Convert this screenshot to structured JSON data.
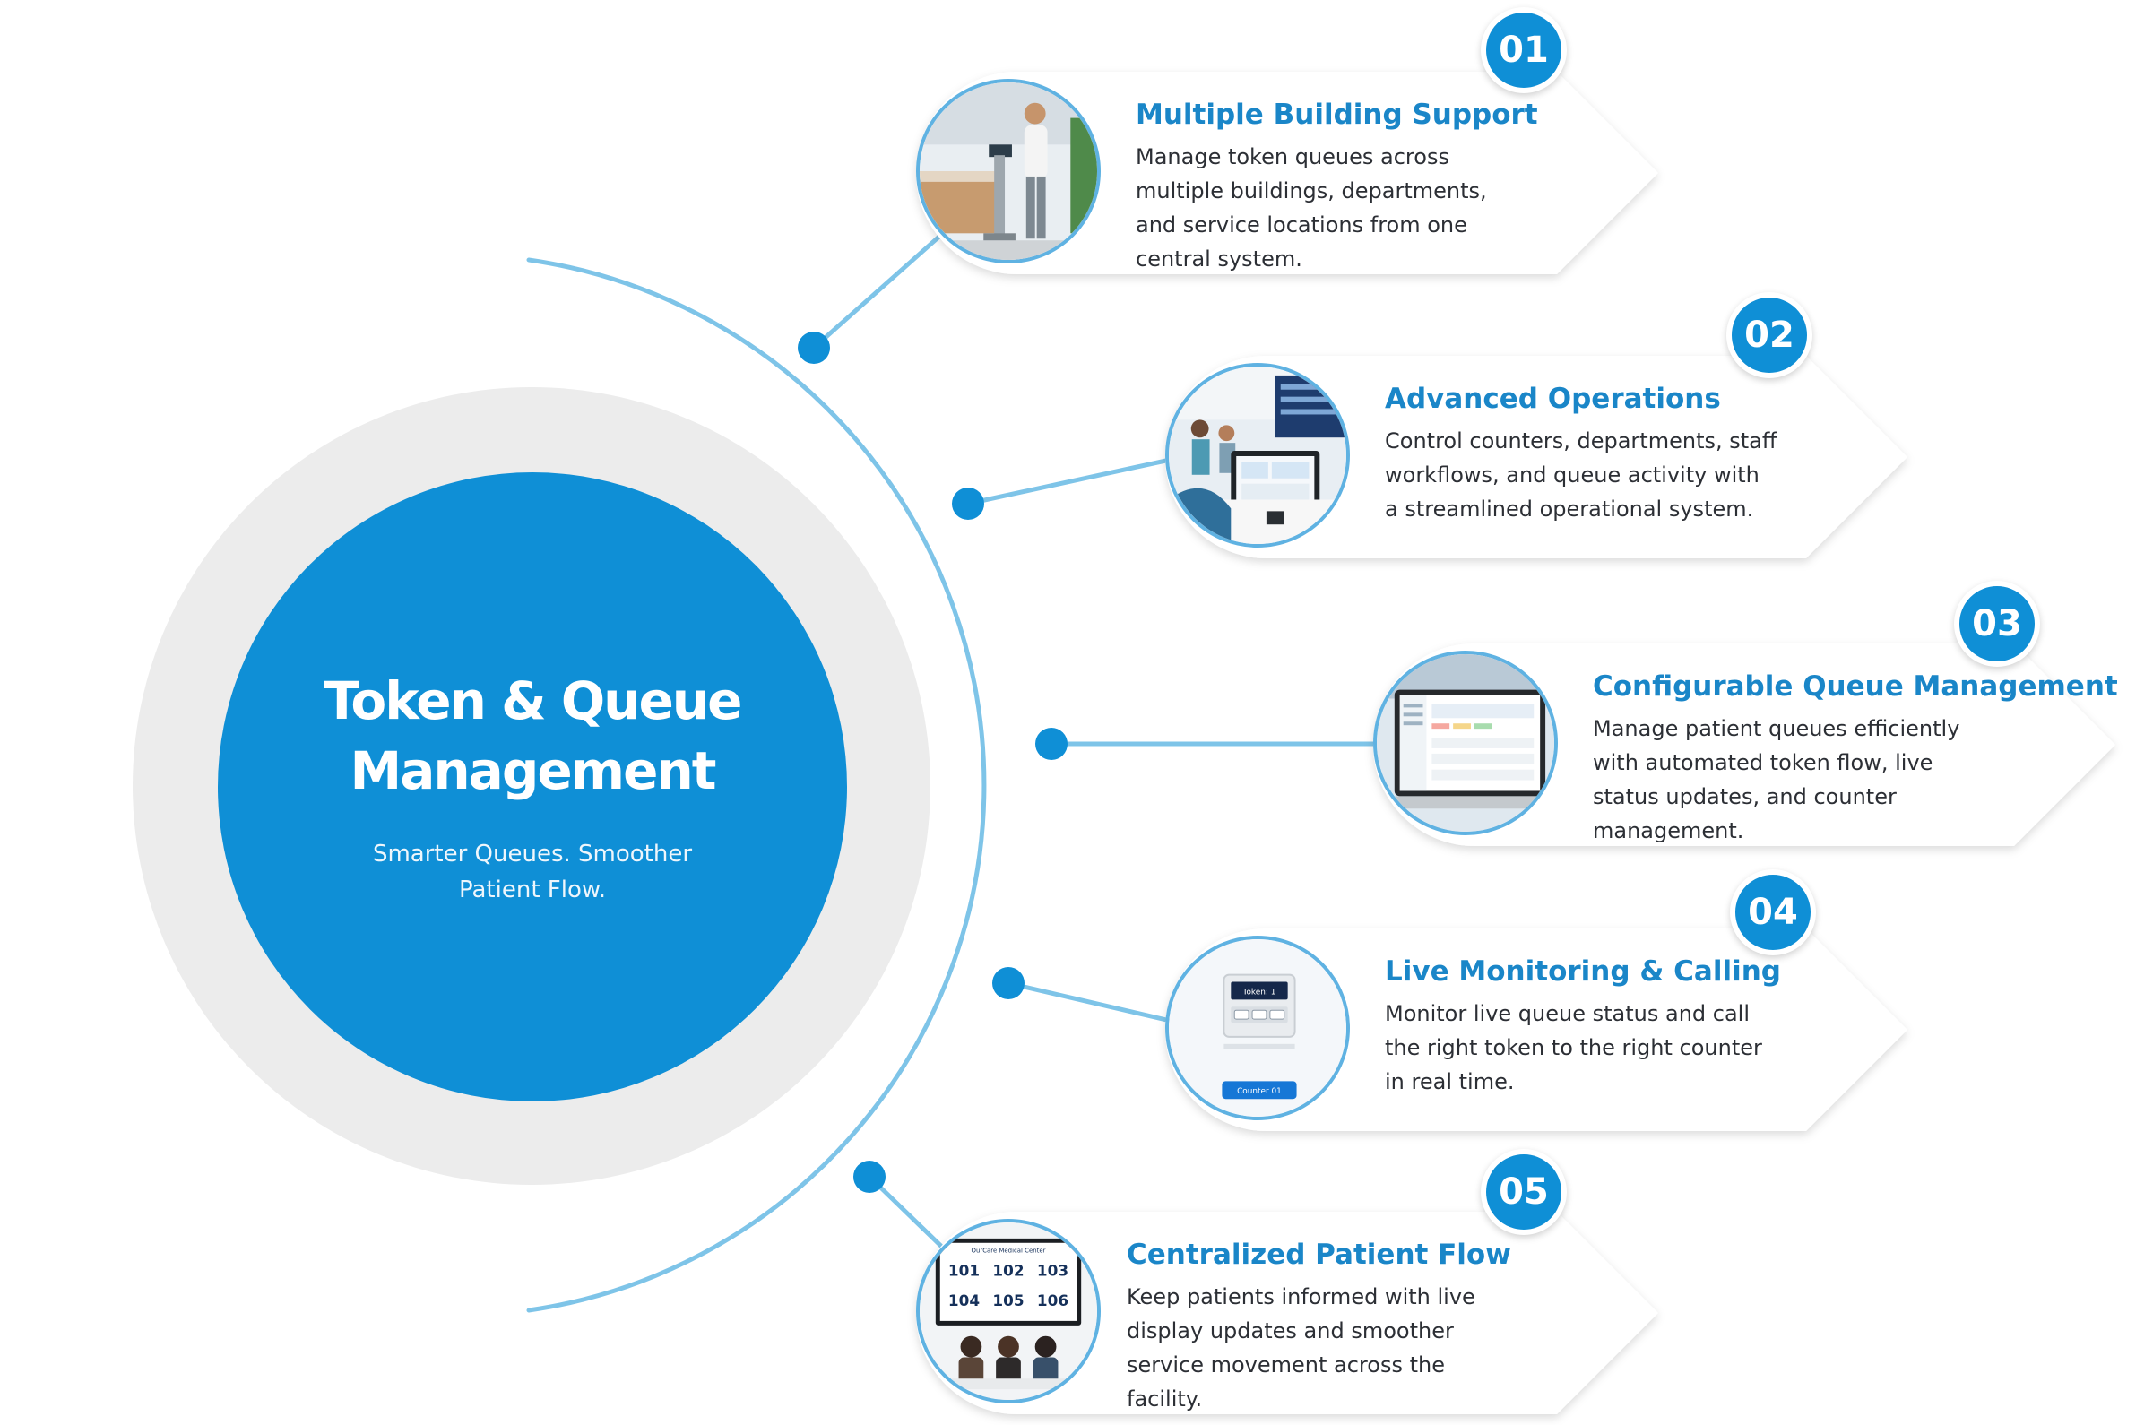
{
  "hub": {
    "title": "Token & Queue Management",
    "subtitle": "Smarter Queues. Smoother Patient Flow."
  },
  "colors": {
    "accent": "#0f8fd6",
    "title_text": "#1a86c8",
    "connector": "#7ec4e8",
    "hub_ring": "#ececec"
  },
  "items": [
    {
      "number": "01",
      "title": "Multiple Building Support",
      "description": "Manage token queues across multiple buildings, departments, and service locations from one central system.",
      "image": "kiosk-photo-icon"
    },
    {
      "number": "02",
      "title": "Advanced Operations",
      "description": "Control counters, departments, staff workflows, and queue activity with a streamlined operational system.",
      "image": "reception-dashboard-photo-icon"
    },
    {
      "number": "03",
      "title": "Configurable Queue Management",
      "description": "Manage patient queues efficiently with automated token flow, live status updates, and counter management.",
      "image": "laptop-config-photo-icon"
    },
    {
      "number": "04",
      "title": "Live Monitoring & Calling",
      "description": "Monitor live queue status and call the right token to the right counter in real time.",
      "image": "token-caller-device-icon",
      "device": {
        "token_label": "Token: 1",
        "counter_label": "Counter 01"
      }
    },
    {
      "number": "05",
      "title": "Centralized Patient Flow",
      "description": "Keep patients informed with live display updates and smoother service movement across the facility.",
      "image": "waiting-room-display-photo-icon",
      "display": {
        "header": "OurCare Medical Center",
        "tokens": [
          "101",
          "102",
          "103",
          "104",
          "105",
          "106"
        ]
      }
    }
  ]
}
